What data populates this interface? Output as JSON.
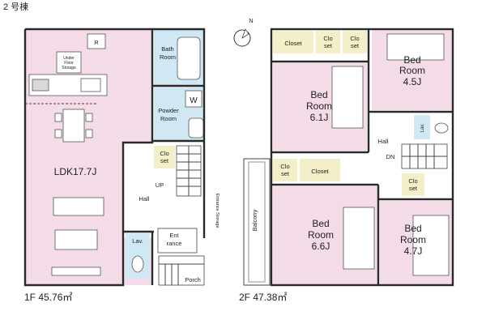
{
  "title": "2 号棟",
  "compass_label": "N",
  "floor1": {
    "area_label": "1F 45.76㎡",
    "rooms": {
      "ldk": "LDK17.7J",
      "bath_line1": "Bath",
      "bath_line2": "Room",
      "powder_line1": "Powder",
      "powder_line2": "Room",
      "closet_line1": "Clo",
      "closet_line2": "set",
      "hall": "Hall",
      "up": "UP",
      "lav": "Lav.",
      "entrance_line1": "Ent",
      "entrance_line2": "rance",
      "porch": "Porch",
      "refrigerator": "R",
      "storage_line1": "Under",
      "storage_line2": "Floor",
      "storage_line3": "Storage",
      "washer": "W",
      "shoes": "Entrance Storage"
    }
  },
  "floor2": {
    "area_label": "2F 47.38㎡",
    "rooms": {
      "closet_word": "Closet",
      "clo_line1": "Clo",
      "clo_line2": "set",
      "bed1_line1": "Bed",
      "bed1_line2": "Room",
      "bed1_line3": "4.5J",
      "bed2_line1": "Bed",
      "bed2_line2": "Room",
      "bed2_line3": "6.1J",
      "bed3_line1": "Bed",
      "bed3_line2": "Room",
      "bed3_line3": "6.6J",
      "bed4_line1": "Bed",
      "bed4_line2": "Room",
      "bed4_line3": "4.7J",
      "hall": "Hall",
      "dn": "DN",
      "lav": "Lav.",
      "balcony": "Balcony"
    }
  },
  "colors": {
    "living": "#f4dbe8",
    "water": "#cfe8f3",
    "closet": "#f3f0c9"
  }
}
